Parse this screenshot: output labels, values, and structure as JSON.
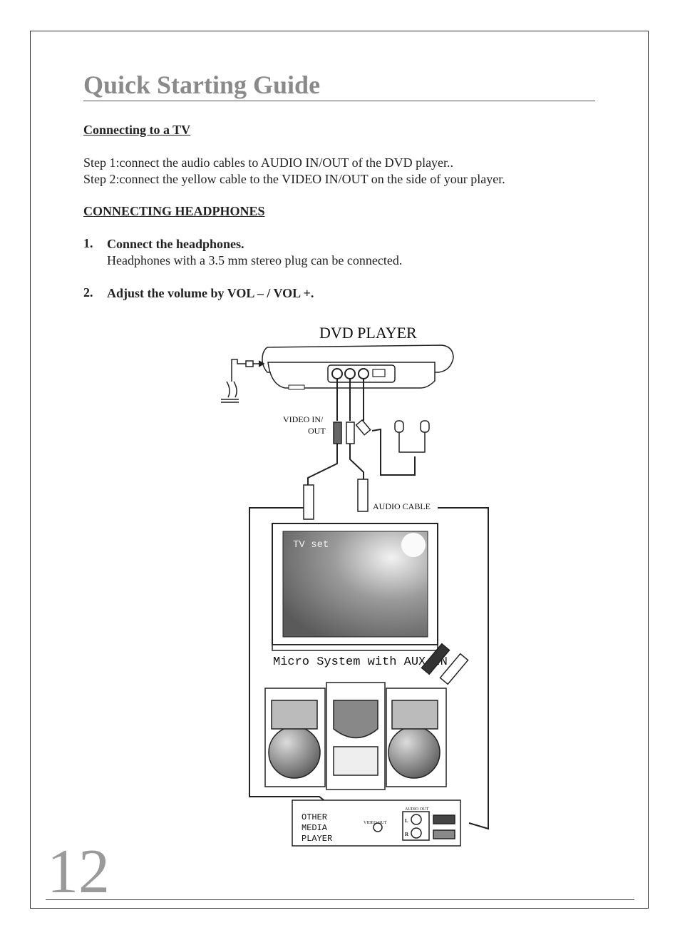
{
  "page": {
    "title": "Quick Starting Guide",
    "page_number": "12"
  },
  "tv_section": {
    "heading": "Connecting to a TV",
    "step1": "Step 1:connect the audio cables to AUDIO IN/OUT of the DVD player..",
    "step2": "Step 2:connect the yellow cable to the VIDEO IN/OUT on the side of your player."
  },
  "headphones_section": {
    "heading": "CONNECTING HEADPHONES",
    "items": [
      {
        "number": "1.",
        "title": "Connect the headphones.",
        "body": "Headphones with a 3.5 mm stereo plug can be connected."
      },
      {
        "number": "2.",
        "title": "Adjust the volume by VOL – / VOL +.",
        "body": ""
      }
    ]
  },
  "diagram": {
    "dvd_player_label": "DVD PLAYER",
    "video_label_line1": "VIDEO IN/",
    "video_label_line2": "OUT",
    "audio_cable_label": "AUDIO CABLE",
    "tv_label": "TV set",
    "micro_system_label": "Micro System with AUX IN",
    "other_media_line1": "OTHER",
    "other_media_line2": "MEDIA",
    "other_media_line3": "PLAYER",
    "video_out_label": "VIDEO OUT",
    "audio_out_label": "AUDIO OUT",
    "l_label": "L",
    "r_label": "R"
  }
}
